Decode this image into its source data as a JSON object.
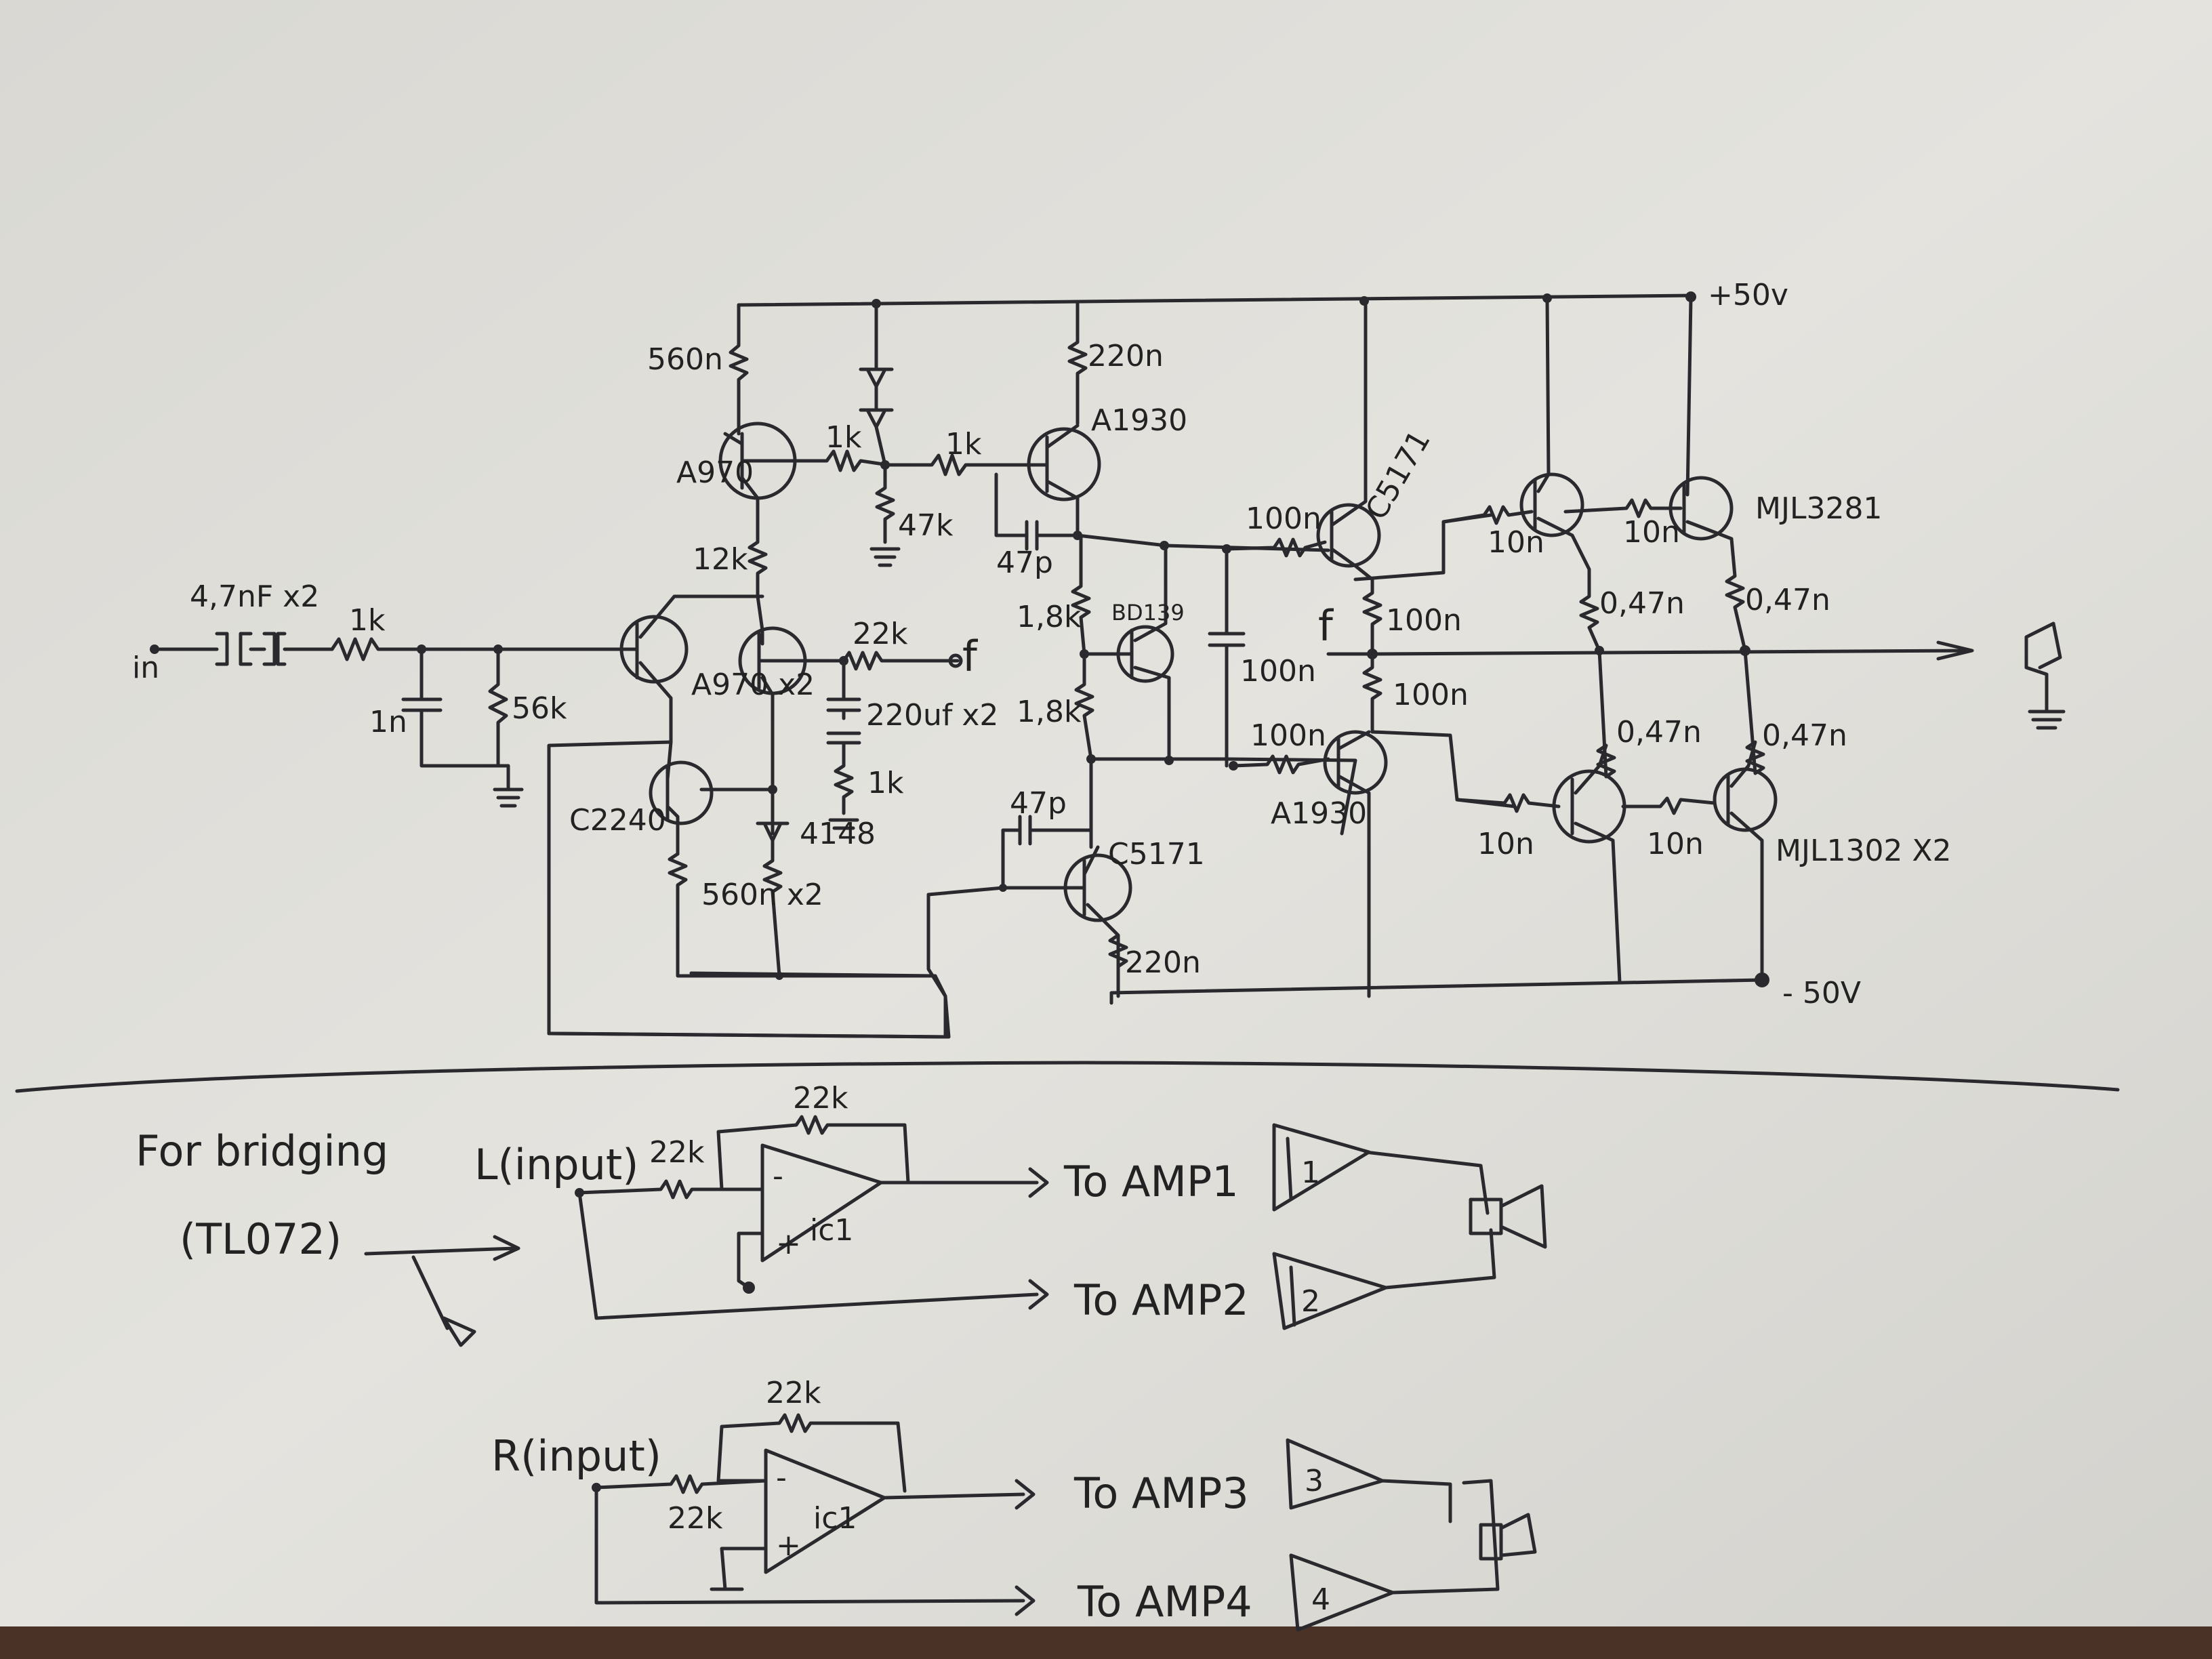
{
  "upper_circuit": {
    "supply_pos": "+50v",
    "supply_neg": "- 50V",
    "input_label": "in",
    "input_cap": "4,7nF x2",
    "r_input": "1k",
    "c_input": "1n",
    "r_56k": "56k",
    "r_560_top": "560n",
    "q_a970": "A970",
    "r_1k_a": "1k",
    "r_1k_b": "1k",
    "r_47k": "47k",
    "r_220_top": "220n",
    "q_a1930_top": "A1930",
    "c_47p_top": "47p",
    "r_12k": "12k",
    "q_pair": "A970\nx2",
    "r_22k": "22k",
    "feedback": "f",
    "c_220uf": "220uf\nx2",
    "r_1k_c": "1k",
    "q_c2240": "C2240",
    "d_4148": "4148",
    "r_560x2": "560n\nx2",
    "r_18k": "1,8k",
    "r_18k_b": "1,8k",
    "q_bd139": "BD139",
    "c_100n": "100n",
    "r_100_a": "100n",
    "r_100_b": "100n",
    "r_100_c": "100n",
    "r_100_d": "100n",
    "q_c5171_top": "C5171",
    "q_a1930_bot": "A1930",
    "c_47p_bot": "47p",
    "q_c5171_bot": "C5171",
    "r_220_bot": "220n",
    "r_10_a": "10n",
    "r_10_b": "10n",
    "r_10_c": "10n",
    "r_10_d": "10n",
    "r_047_a": "0,47n",
    "r_047_b": "0,47n",
    "r_047_c": "0,47n",
    "r_047_d": "0,47n",
    "q_out_top": "MJL3281",
    "q_out_bot": "MJL1302 X2",
    "feedback_node": "f"
  },
  "bridging": {
    "title": "For bridging",
    "chip": "(TL072)",
    "left_input": "L(input)",
    "right_input": "R(input)",
    "r_fb_l": "22k",
    "r_in_l": "22k",
    "r_fb_r": "22k",
    "r_in_r": "22k",
    "opamp_l": "ic1",
    "opamp_r": "ic1",
    "minus": "-",
    "plus": "+",
    "to_amp1": "To AMP1",
    "to_amp2": "To AMP2",
    "to_amp3": "To AMP3",
    "to_amp4": "To AMP4",
    "amp1": "1",
    "amp2": "2",
    "amp3": "3",
    "amp4": "4"
  }
}
